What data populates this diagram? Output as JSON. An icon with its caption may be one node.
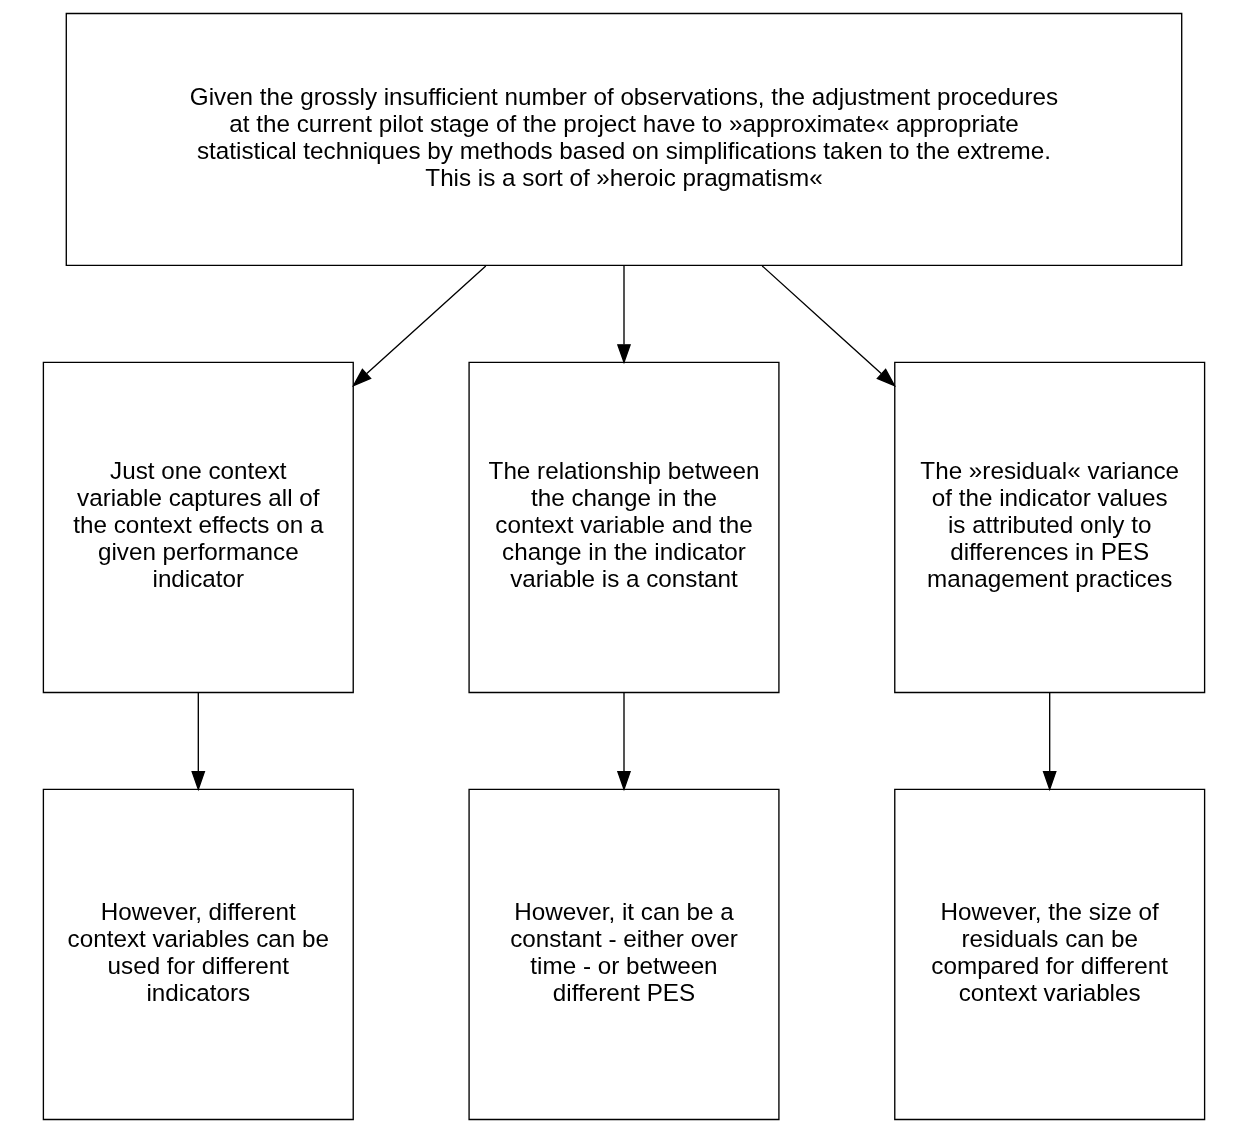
{
  "diagram": {
    "nodes": [
      {
        "text": [
          "Given the grossly insufficient number of observations, the adjustment procedures at the current pilot stage of the project have to »approximate« appropriate statistical techniques by methods based on simplifications taken to the extreme. This is a sort of »heroic pragmatism«"
        ]
      },
      {
        "text": [
          "Just one context variable captures all of the context effects on a given performance indicator"
        ]
      },
      {
        "text": [
          "The relationship between the change in the context variable and the change in the indicator variable is a constant"
        ]
      },
      {
        "text": [
          "The »residual« variance of the indicator values is attributed only to differences in PES management practices"
        ]
      },
      {
        "text": [
          "However, different context variables can be used for different indicators"
        ]
      },
      {
        "text": [
          "However, it can be a constant - either over time - or between different PES"
        ]
      },
      {
        "text": [
          "However, the size of residuals can be compared for different context variables"
        ]
      }
    ],
    "edges": [
      {
        "from": 0,
        "to": 1,
        "arrow": "to"
      },
      {
        "from": 0,
        "to": 2,
        "arrow": "to"
      },
      {
        "from": 0,
        "to": 3,
        "arrow": "to"
      },
      {
        "from": 1,
        "to": 4,
        "arrow": "to"
      },
      {
        "from": 2,
        "to": 5,
        "arrow": "to"
      },
      {
        "from": 3,
        "to": 6,
        "arrow": "to"
      }
    ]
  }
}
